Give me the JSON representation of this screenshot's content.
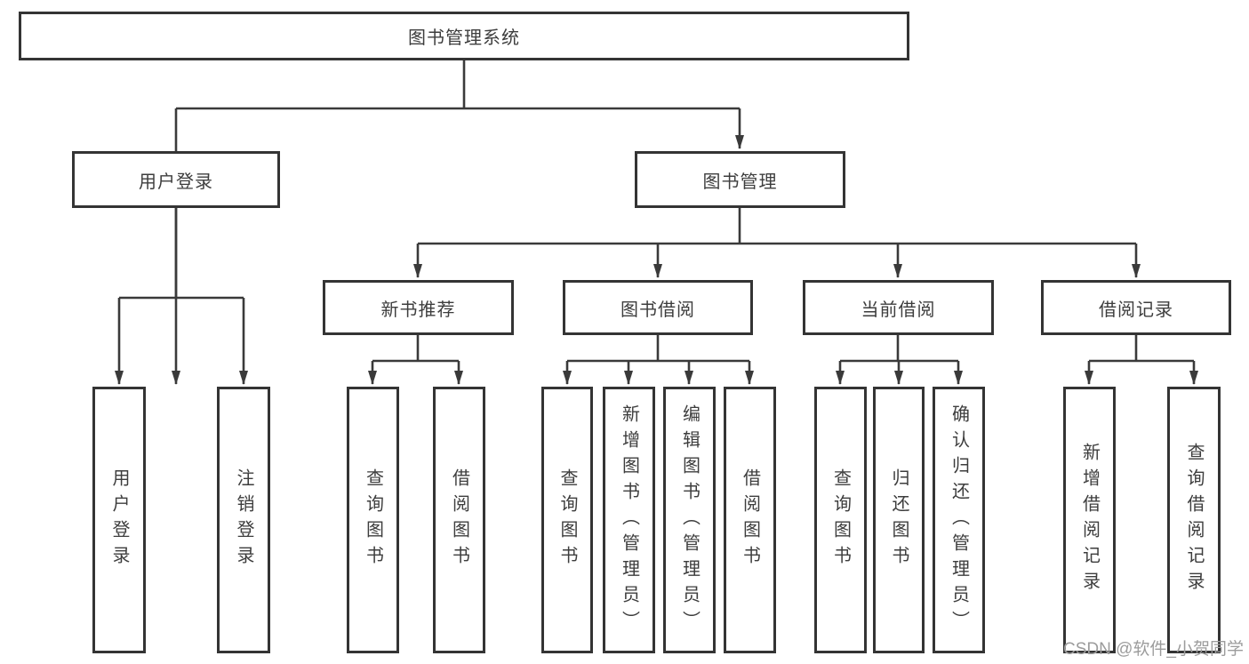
{
  "diagram": {
    "root": {
      "label": "图书管理系统"
    },
    "branches": [
      {
        "label": "用户登录",
        "children": [
          {
            "label": "用户登录"
          },
          {
            "label": "注销登录"
          }
        ]
      },
      {
        "label": "图书管理",
        "children": [
          {
            "label": "新书推荐",
            "children": [
              {
                "label": "查询图书"
              },
              {
                "label": "借阅图书"
              }
            ]
          },
          {
            "label": "图书借阅",
            "children": [
              {
                "label": "查询图书"
              },
              {
                "label": "新增图书（管理员）"
              },
              {
                "label": "编辑图书（管理员）"
              },
              {
                "label": "借阅图书"
              }
            ]
          },
          {
            "label": "当前借阅",
            "children": [
              {
                "label": "查询图书"
              },
              {
                "label": "归还图书"
              },
              {
                "label": "确认归还（管理员）"
              }
            ]
          },
          {
            "label": "借阅记录",
            "children": [
              {
                "label": "新增借阅记录"
              },
              {
                "label": "查询借阅记录"
              }
            ]
          }
        ]
      }
    ]
  },
  "watermark": {
    "text": "CSDN @软件_小贺同学"
  },
  "colors": {
    "line": "#3a3a3a",
    "border": "#343434",
    "text": "#3d3d3d",
    "watermark": "#9c9c9c",
    "background": "#ffffff"
  }
}
